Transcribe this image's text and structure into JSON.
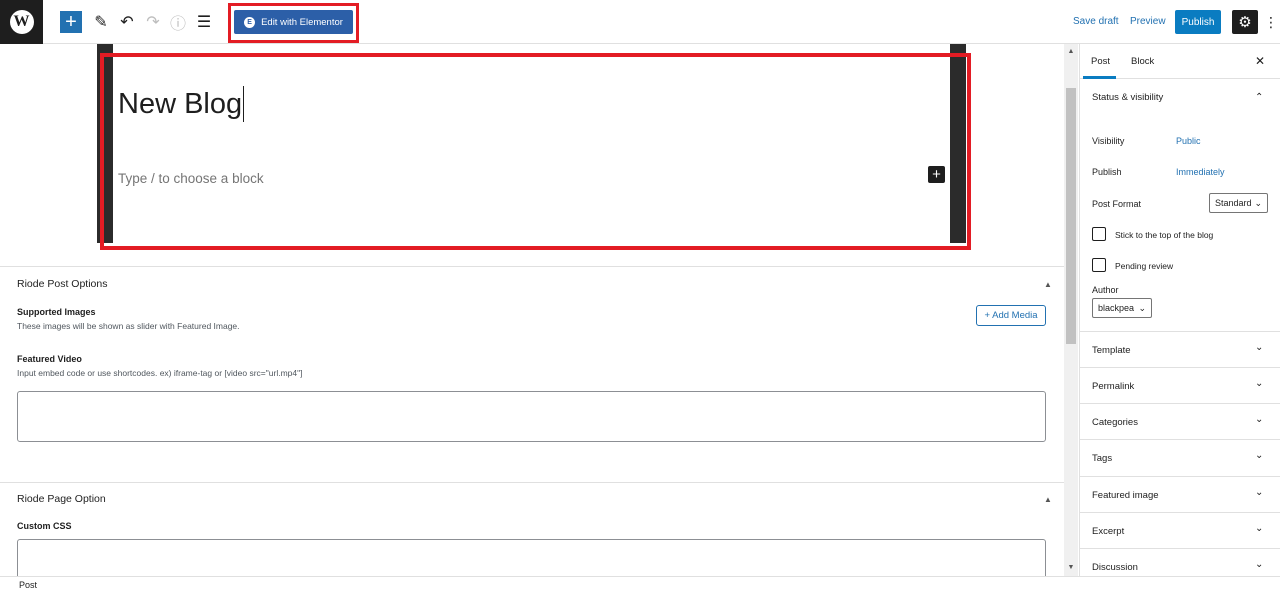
{
  "toolbar": {
    "logo": "W",
    "add_icon": "+",
    "edit_icon": "✎",
    "undo_icon": "↶",
    "redo_icon": "↷",
    "info_icon": "ⓘ",
    "list_icon": "☰",
    "elementor_label": "Edit with Elementor",
    "elementor_icon_text": "E",
    "save_draft_label": "Save draft",
    "preview_label": "Preview",
    "publish_label": "Publish",
    "settings_icon": "⚙",
    "more_icon": "⋮"
  },
  "editor": {
    "post_title": "New Blog",
    "block_placeholder": "Type / to choose a block",
    "inline_add_icon": "+"
  },
  "post_options": {
    "title": "Riode Post Options",
    "toggle_icon": "▲",
    "supported_images_label": "Supported Images",
    "supported_images_help": "These images will be shown as slider with Featured Image.",
    "add_media_label": "+ Add Media",
    "featured_video_label": "Featured Video",
    "featured_video_help": "Input embed code or use shortcodes. ex) iframe-tag or [video src=\"url.mp4\"]",
    "featured_video_value": ""
  },
  "page_option": {
    "title": "Riode Page Option",
    "toggle_icon": "▲",
    "custom_css_label": "Custom CSS",
    "custom_css_value": ""
  },
  "scrollbar": {
    "up_icon": "▲",
    "down_icon": "▼"
  },
  "sidebar": {
    "tabs": [
      {
        "label": "Post"
      },
      {
        "label": "Block"
      }
    ],
    "close_icon": "✕",
    "status": {
      "title": "Status & visibility",
      "chevron": "⌃",
      "visibility_label": "Visibility",
      "visibility_value": "Public",
      "publish_label": "Publish",
      "publish_value": "Immediately",
      "format_label": "Post Format",
      "format_value": "Standard",
      "sticky_label": "Stick to the top of the blog",
      "pending_label": "Pending review",
      "author_label": "Author",
      "author_value": "blackpea"
    },
    "panels": [
      {
        "title": "Template"
      },
      {
        "title": "Permalink"
      },
      {
        "title": "Categories"
      },
      {
        "title": "Tags"
      },
      {
        "title": "Featured image"
      },
      {
        "title": "Excerpt"
      },
      {
        "title": "Discussion"
      }
    ],
    "chevron_down": "⌄",
    "select_caret": "⌄"
  },
  "footer": {
    "breadcrumb": "Post"
  }
}
